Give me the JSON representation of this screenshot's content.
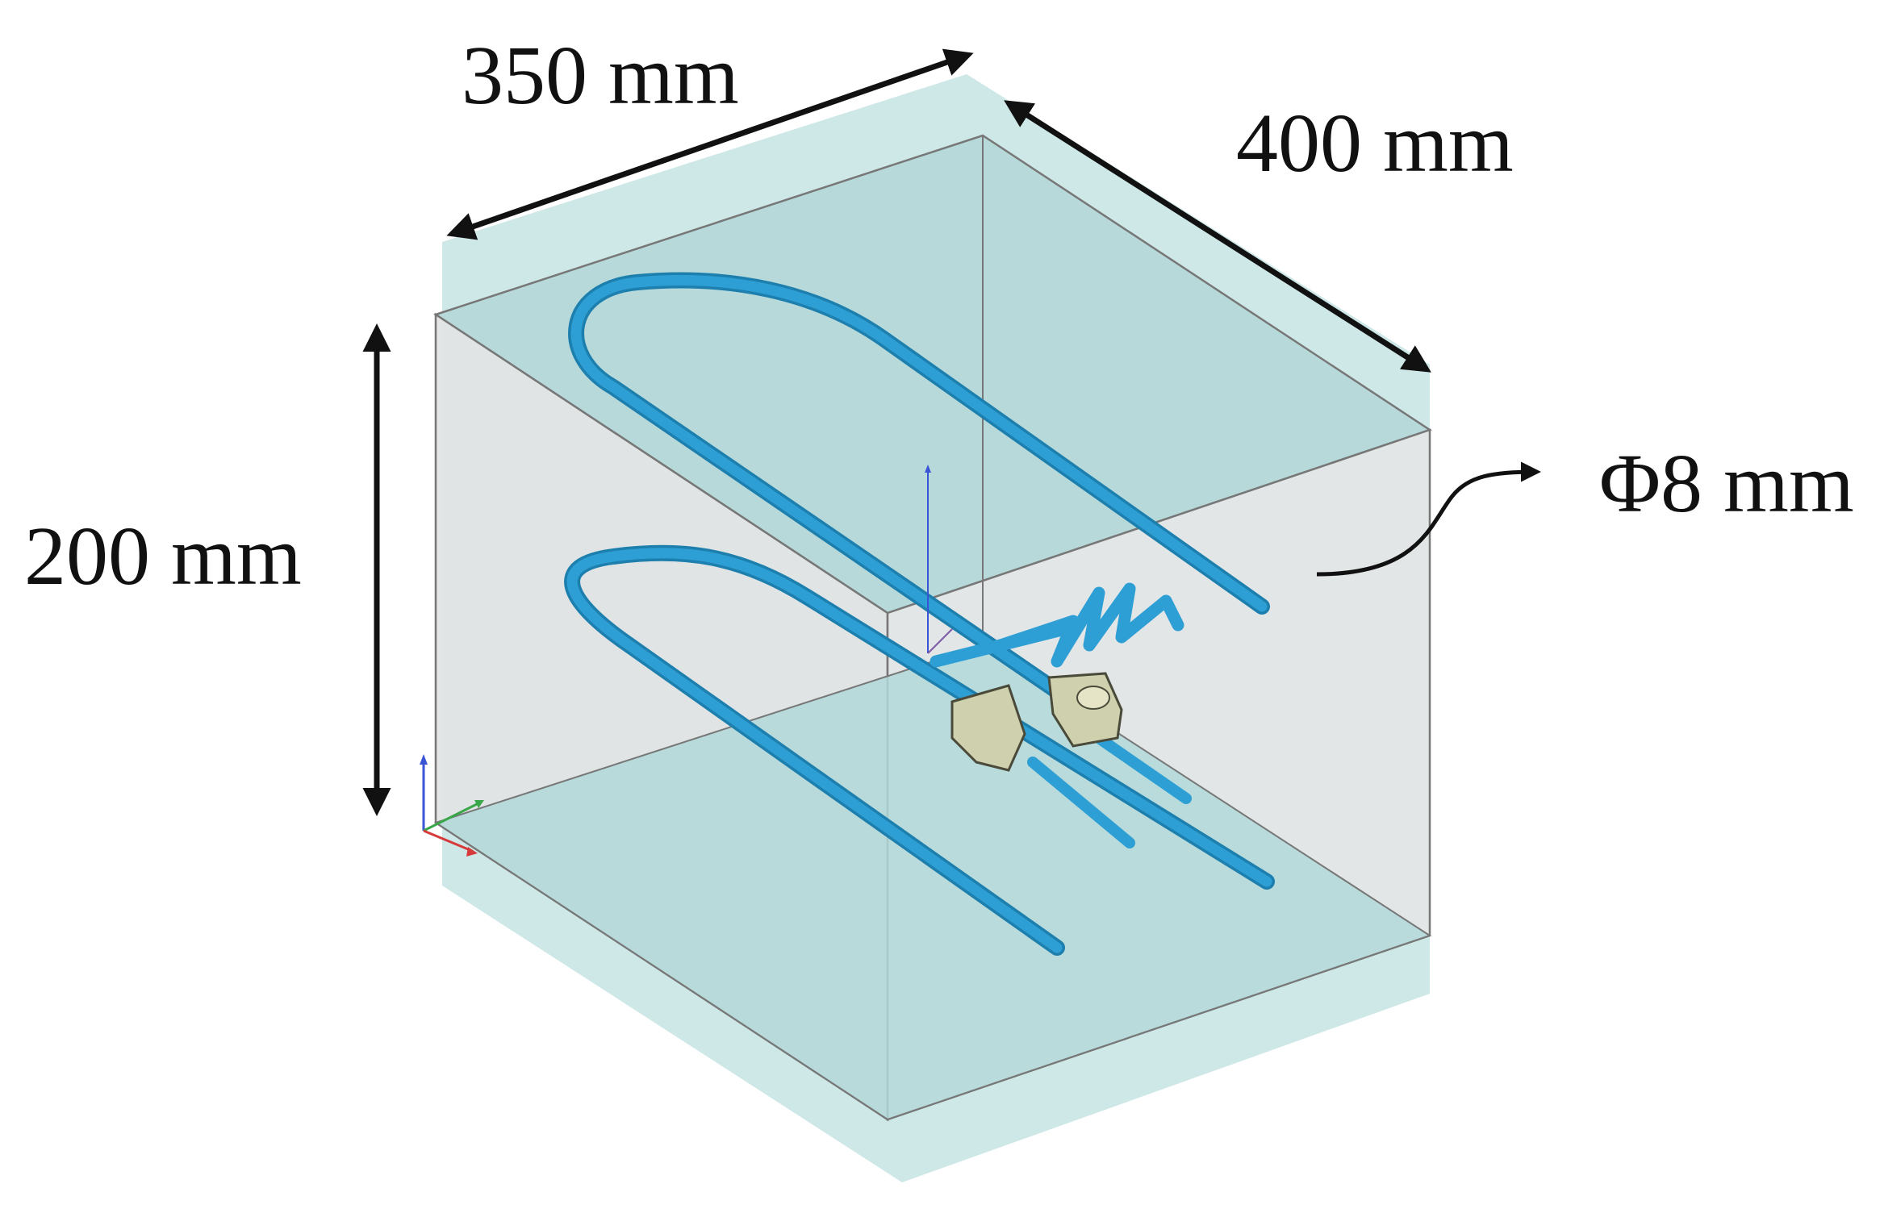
{
  "labels": {
    "width": "350 mm",
    "depth": "400 mm",
    "height": "200 mm",
    "diameter": "Φ8 mm"
  },
  "colors": {
    "tank_fill": "#c5e3e3",
    "tank_edge": "#777777",
    "front_face": "#e2e4e4",
    "pipe": "#2e9fd4",
    "pipe_outline": "#1d7fae",
    "sensor": "#cfd0ad",
    "arrow": "#111111",
    "axis_x": "#d63a3a",
    "axis_y": "#3aa64a",
    "axis_z": "#3a54d6"
  },
  "icons": {
    "dimension_arrow": "double-headed-arrow",
    "callout_arrow": "curved-arrow",
    "axis_triad": "xyz-axis-triad"
  }
}
